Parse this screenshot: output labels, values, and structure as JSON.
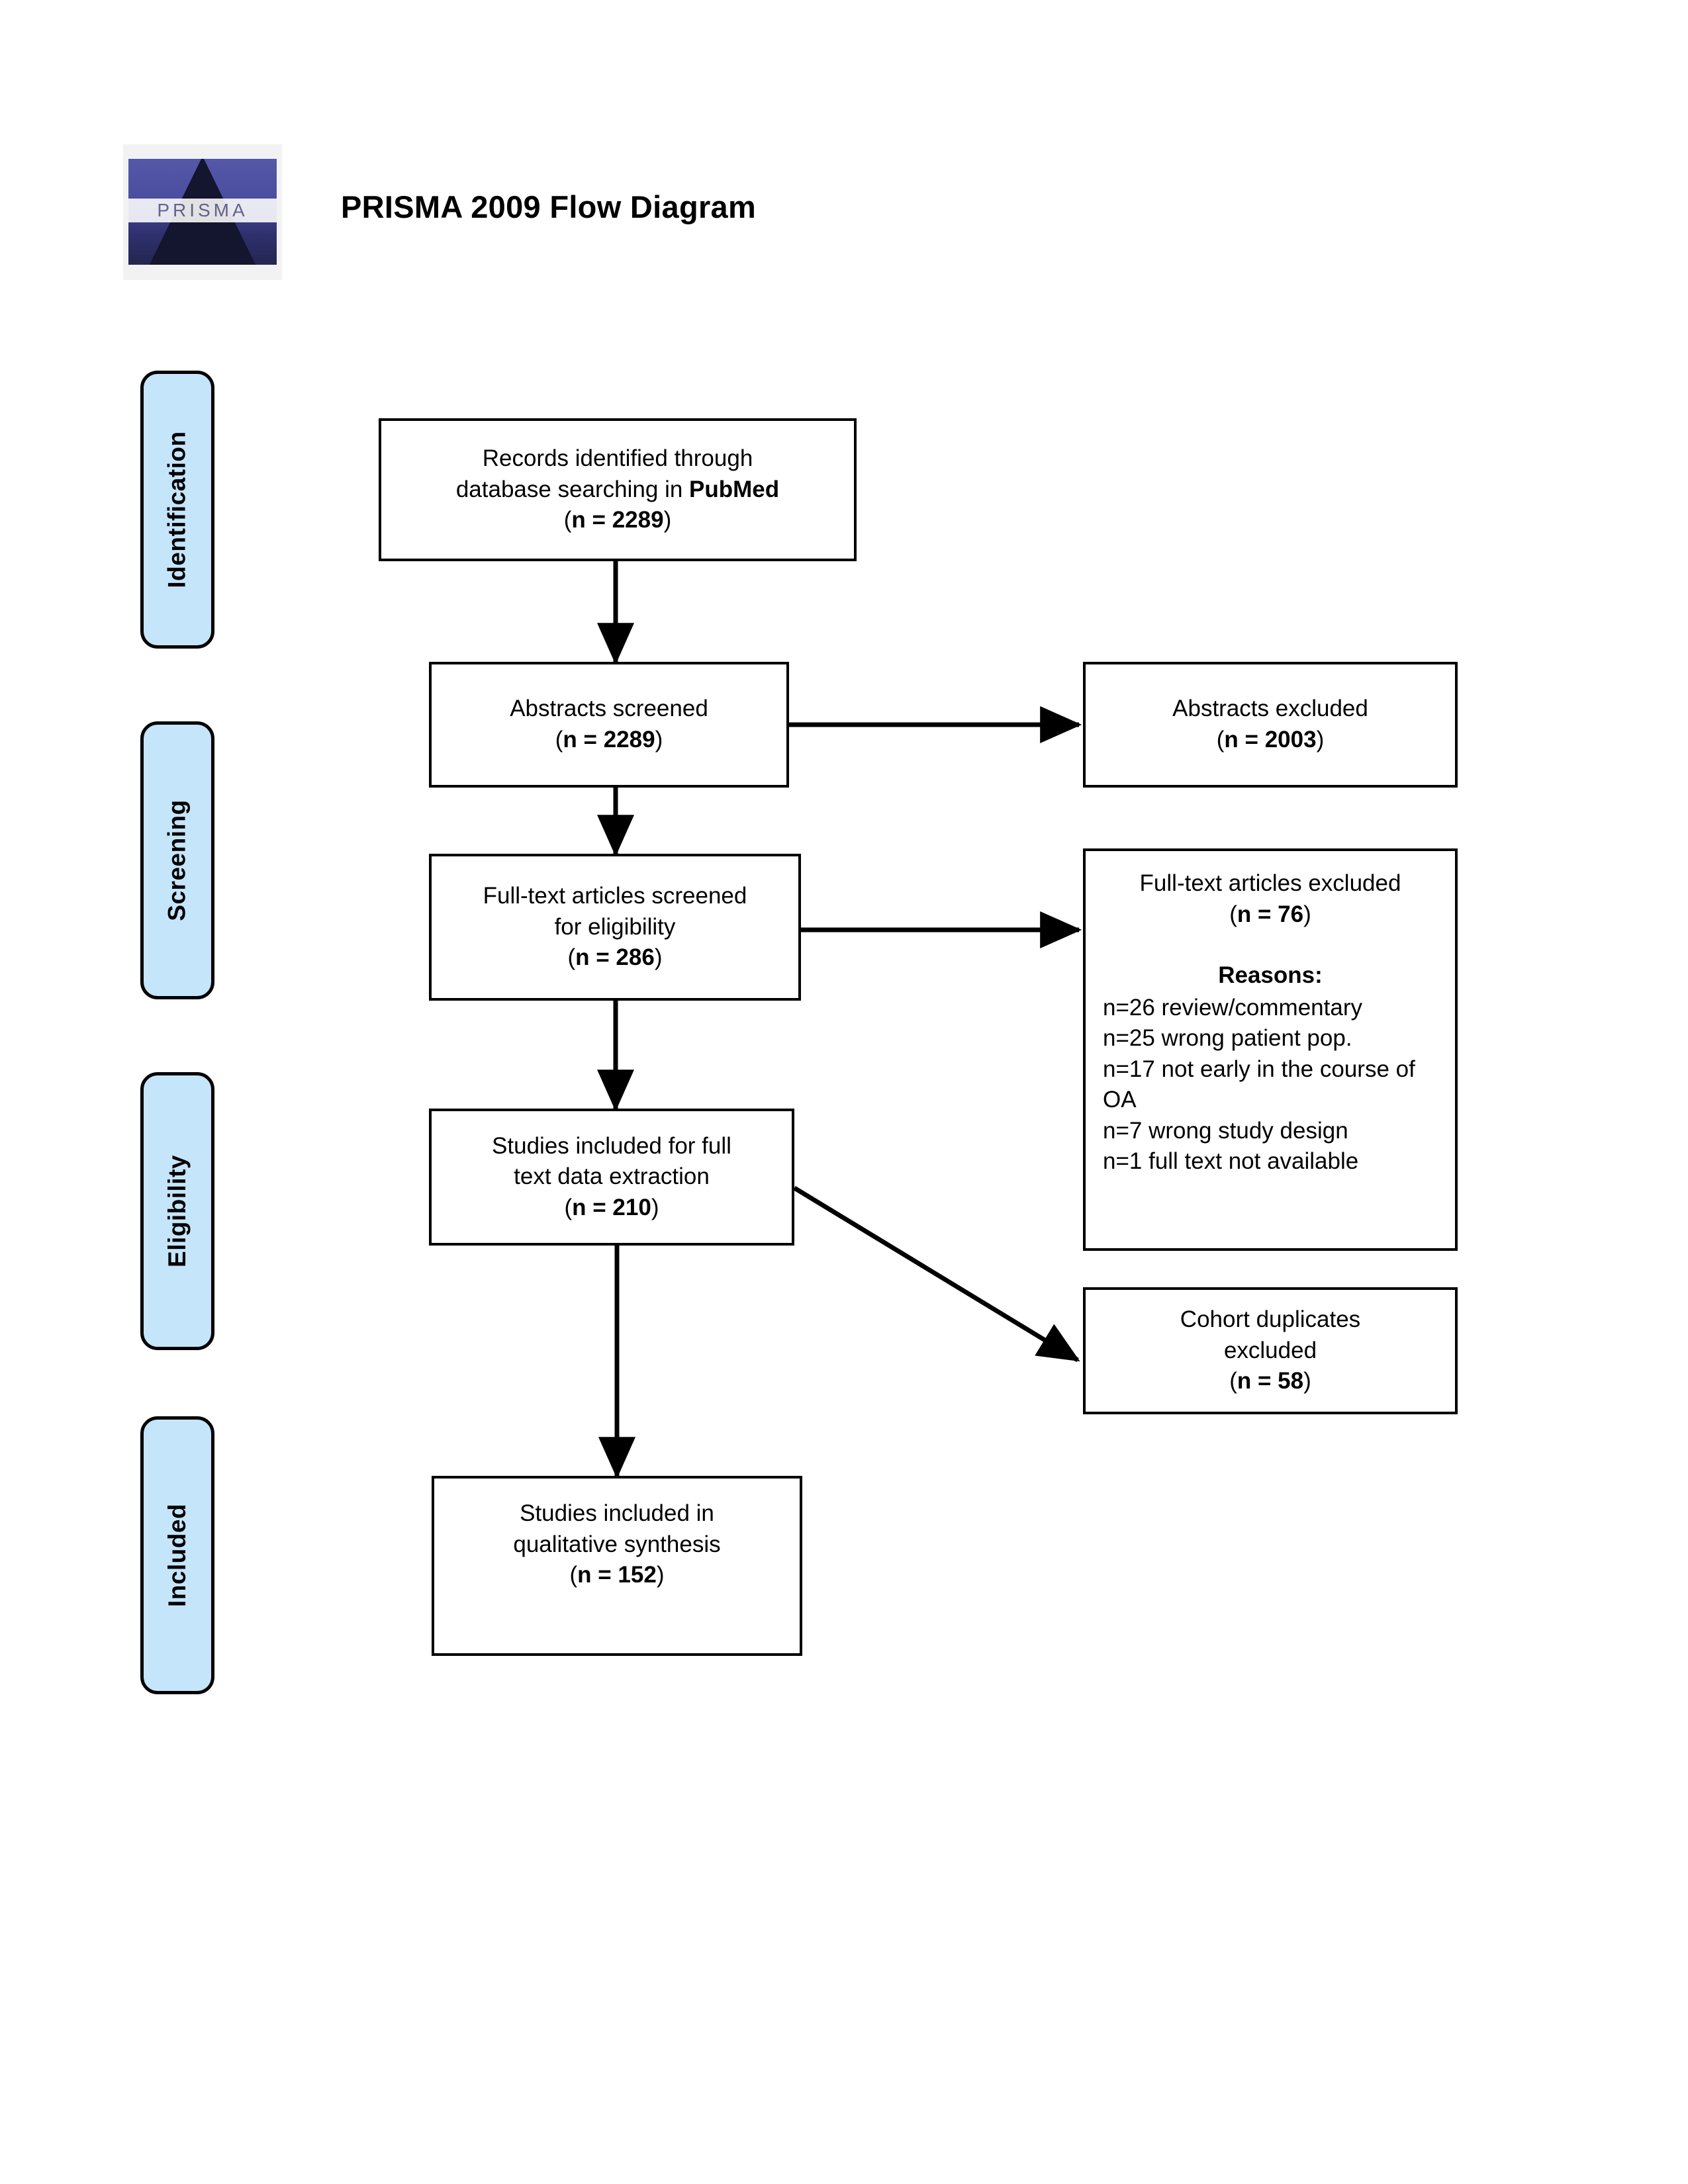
{
  "header": {
    "logo_wordmark": "PRISMA",
    "title": "PRISMA 2009 Flow Diagram"
  },
  "stages": [
    {
      "label": "Identification"
    },
    {
      "label": "Screening"
    },
    {
      "label": "Eligibility"
    },
    {
      "label": "Included"
    }
  ],
  "boxes": {
    "records_identified": {
      "line1": "Records identified through",
      "line2a": "database searching in ",
      "line2b": "PubMed",
      "count_open": "(",
      "count": "n = 2289",
      "count_close": ")"
    },
    "abstracts_screened": {
      "line1": "Abstracts screened",
      "count_open": "(",
      "count": "n = 2289",
      "count_close": ")"
    },
    "abstracts_excluded": {
      "line1": "Abstracts excluded",
      "count_open": "(",
      "count": "n = 2003",
      "count_close": ")"
    },
    "fulltext_screened": {
      "line1": "Full-text articles screened",
      "line2": "for eligibility",
      "count_open": "(",
      "count": "n = 286",
      "count_close": ")"
    },
    "fulltext_excluded": {
      "line1": "Full-text articles excluded",
      "count_open": "(",
      "count": "n = 76",
      "count_close": ")",
      "reasons_heading": "Reasons:",
      "reasons": [
        "n=26 review/commentary",
        "n=25 wrong patient pop.",
        "n=17 not early in the course of OA",
        "n=7 wrong study design",
        "n=1 full text not available"
      ]
    },
    "studies_extraction": {
      "line1": "Studies included for full",
      "line2": "text data extraction",
      "count_open": "(",
      "count": "n = 210",
      "count_close": ")"
    },
    "cohort_duplicates": {
      "line1": "Cohort duplicates",
      "line2": "excluded",
      "count_open": "(",
      "count": "n = 58",
      "count_close": ")"
    },
    "qualitative_synthesis": {
      "line1": "Studies included in",
      "line2": "qualitative synthesis",
      "count_open": "(",
      "count": "n = 152",
      "count_close": ")"
    }
  },
  "colors": {
    "stage_fill": "#C5E5FB",
    "stroke": "#000000",
    "page_background": "#FFFFFF"
  }
}
